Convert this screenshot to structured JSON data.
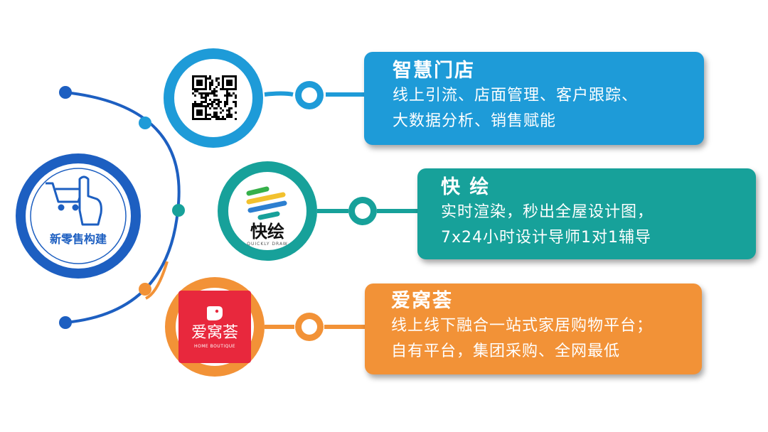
{
  "colors": {
    "hub_blue": "#1d5fc1",
    "card_1": "#1e9bd8",
    "card_2": "#17a19a",
    "card_3": "#f29237",
    "brand_red": "#e8283d"
  },
  "hub": {
    "label": "新零售构建",
    "icon": "shopping-cart-hand-icon"
  },
  "branches": [
    {
      "title": "智慧门店",
      "lines": [
        "线上引流、店面管理、客户跟踪、",
        "大数据分析、销售赋能"
      ],
      "icon": "qr-code-icon"
    },
    {
      "title": "快 绘",
      "lines": [
        "实时渲染，秒出全屋设计图，",
        "7x24小时设计导师1对1辅导"
      ],
      "logo_text": "快绘",
      "logo_sub": "QUICKLY DRAW",
      "icon": "quick-draw-logo-icon"
    },
    {
      "title": "爱窝荟",
      "lines": [
        "线上线下融合一站式家居购物平台；",
        "自有平台，集团采购、全网最低"
      ],
      "logo_text": "爱窝荟",
      "logo_sub": "HOME BOUTIQUE",
      "icon": "aiwohui-logo-icon"
    }
  ]
}
